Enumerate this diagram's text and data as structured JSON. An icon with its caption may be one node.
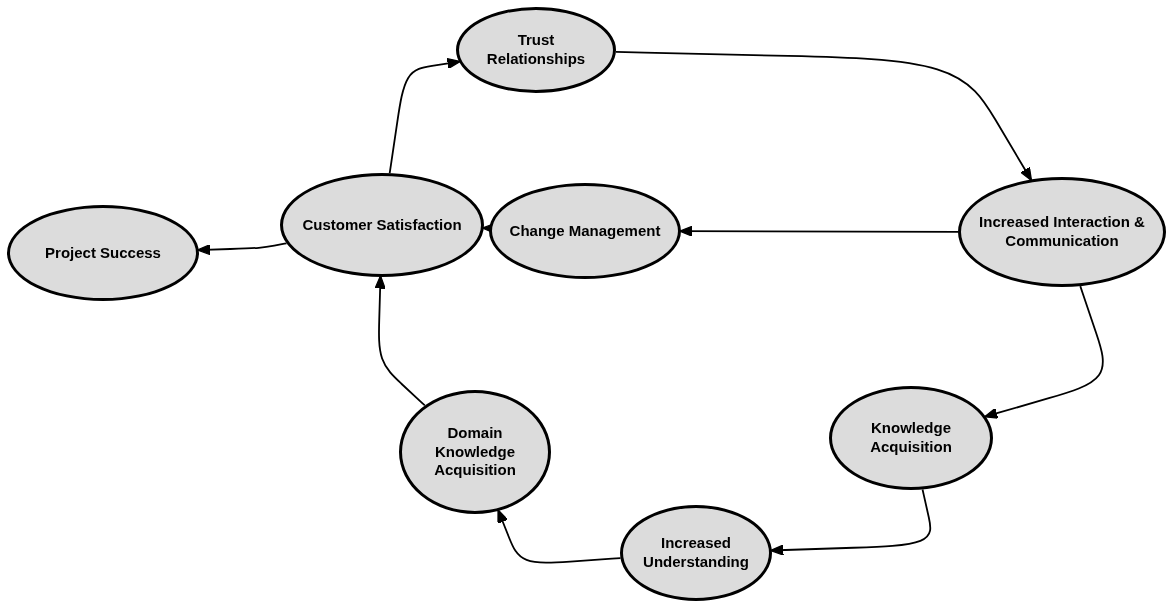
{
  "diagram": {
    "nodes": [
      {
        "text": [
          "Trust Relationships"
        ]
      },
      {
        "text": [
          "Project Success"
        ]
      },
      {
        "text": [
          "Customer Satisfaction"
        ]
      },
      {
        "text": [
          "Change Management"
        ]
      },
      {
        "text": [
          "Increased Interaction & Communication"
        ]
      },
      {
        "text": [
          "Domain Knowledge Acquisition"
        ]
      },
      {
        "text": [
          "Knowledge Acquisition"
        ]
      },
      {
        "text": [
          "Increased Understanding"
        ]
      }
    ],
    "edges": [
      {
        "from": 2,
        "to": 0,
        "arrow": "to"
      },
      {
        "from": 0,
        "to": 4,
        "arrow": "to"
      },
      {
        "from": 4,
        "to": 3,
        "arrow": "to"
      },
      {
        "from": 3,
        "to": 2,
        "arrow": "to"
      },
      {
        "from": 2,
        "to": 1,
        "arrow": "to"
      },
      {
        "from": 4,
        "to": 6,
        "arrow": "to"
      },
      {
        "from": 6,
        "to": 7,
        "arrow": "to"
      },
      {
        "from": 7,
        "to": 5,
        "arrow": "to"
      },
      {
        "from": 5,
        "to": 2,
        "arrow": "to"
      }
    ]
  }
}
